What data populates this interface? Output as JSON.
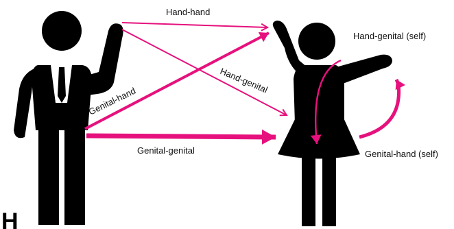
{
  "panel_letter": "H",
  "colors": {
    "arrow": "#e6117d",
    "figure": "#000000",
    "shirt": "#ffffff",
    "background": "#ffffff"
  },
  "labels": {
    "hand_hand": "Hand-hand",
    "hand_genital": "Hand-genital",
    "genital_hand": "Genital-hand",
    "genital_genital": "Genital-genital",
    "hand_genital_self": "Hand-genital (self)",
    "genital_hand_self": "Genital-hand (self)"
  },
  "figures": {
    "left": "man-figure-icon",
    "right": "woman-figure-icon"
  }
}
